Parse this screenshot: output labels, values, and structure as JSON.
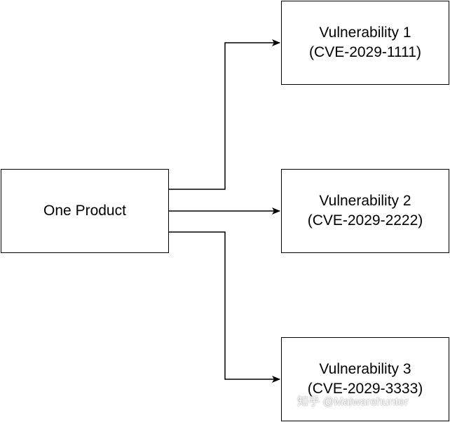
{
  "diagram": {
    "source": {
      "label": "One Product"
    },
    "targets": [
      {
        "title": "Vulnerability 1",
        "id": "(CVE-2029-1111)"
      },
      {
        "title": "Vulnerability 2",
        "id": "(CVE-2029-2222)"
      },
      {
        "title": "Vulnerability 3",
        "id": "(CVE-2029-3333)"
      }
    ]
  },
  "watermark": {
    "text": "知乎 @Malwarehunter"
  },
  "colors": {
    "stroke": "#000000",
    "background": "#ffffff"
  }
}
